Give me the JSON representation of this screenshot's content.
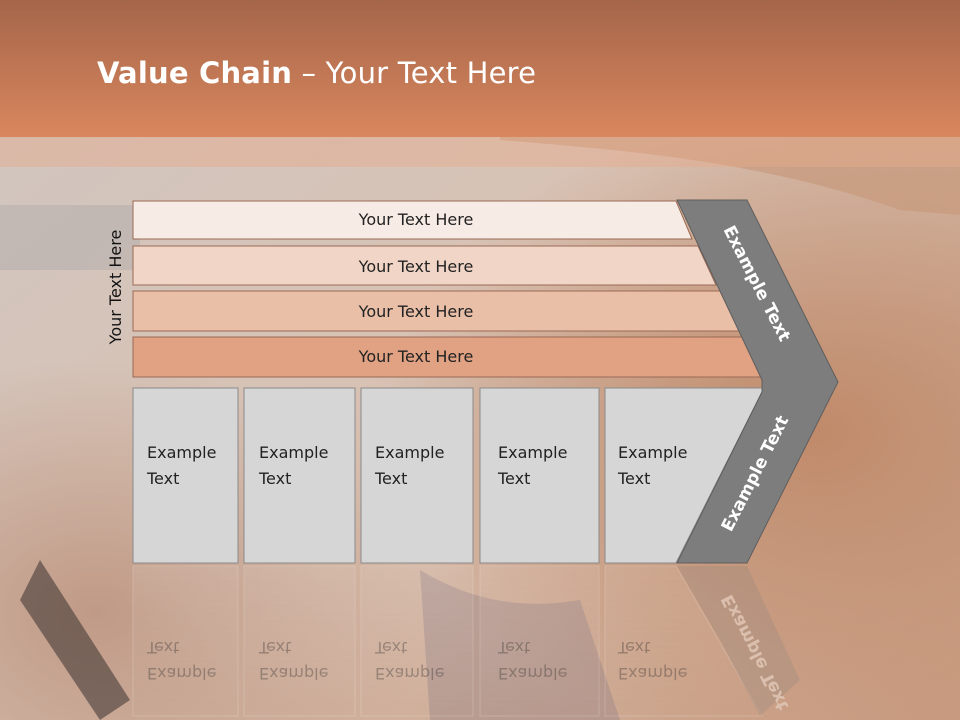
{
  "header": {
    "title_bold": "Value Chain",
    "title_rest": " – Your Text Here",
    "color": "#d47f58"
  },
  "side_label": "Your Text Here",
  "rows": [
    {
      "label": "Your Text Here",
      "fill": "#f7ebe5"
    },
    {
      "label": "Your Text Here",
      "fill": "#f1d6c8"
    },
    {
      "label": "Your Text Here",
      "fill": "#e9bfa8"
    },
    {
      "label": "Your Text Here",
      "fill": "#e0a283"
    }
  ],
  "boxes": [
    {
      "line1": "Example",
      "line2": "Text"
    },
    {
      "line1": "Example",
      "line2": "Text"
    },
    {
      "line1": "Example",
      "line2": "Text"
    },
    {
      "line1": "Example",
      "line2": "Text"
    },
    {
      "line1": "Example",
      "line2": "Text"
    }
  ],
  "chevron": {
    "top_label": "Example Text",
    "bottom_label": "Example Text"
  }
}
